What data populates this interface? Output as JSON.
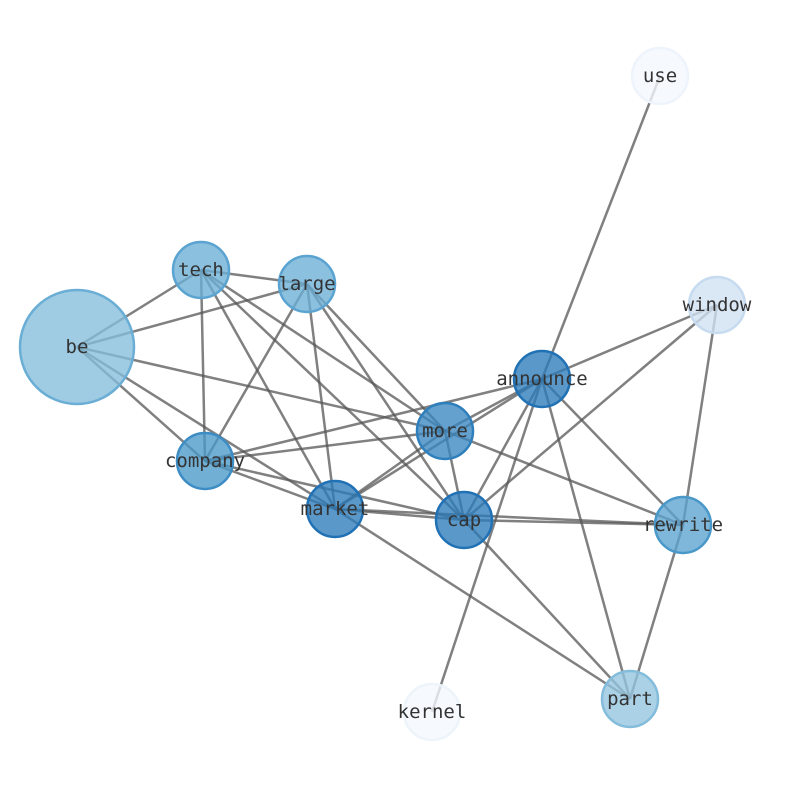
{
  "nodes": [
    {
      "id": "use",
      "label": "use",
      "fill": "#f3f8fe",
      "stroke": "#eef4fb"
    },
    {
      "id": "tech",
      "label": "tech",
      "fill": "#6aaed6",
      "stroke": "#5ba3d0"
    },
    {
      "id": "large",
      "label": "large",
      "fill": "#6aaed6",
      "stroke": "#5ba3d0"
    },
    {
      "id": "window",
      "label": "window",
      "fill": "#cfe1f2",
      "stroke": "#c6dbef"
    },
    {
      "id": "be",
      "label": "be",
      "fill": "#84bcdb",
      "stroke": "#6aaed6"
    },
    {
      "id": "announce",
      "label": "announce",
      "fill": "#2b7bba",
      "stroke": "#2171b5"
    },
    {
      "id": "more",
      "label": "more",
      "fill": "#3987c0",
      "stroke": "#2f7fbc"
    },
    {
      "id": "company",
      "label": "company",
      "fill": "#4a98c9",
      "stroke": "#3d8dc4"
    },
    {
      "id": "market",
      "label": "market",
      "fill": "#2b7bba",
      "stroke": "#2171b5"
    },
    {
      "id": "cap",
      "label": "cap",
      "fill": "#2b7bba",
      "stroke": "#2171b5"
    },
    {
      "id": "rewrite",
      "label": "rewrite",
      "fill": "#5ba3d0",
      "stroke": "#4a98c9"
    },
    {
      "id": "part",
      "label": "part",
      "fill": "#94c4df",
      "stroke": "#84bcdb"
    },
    {
      "id": "kernel",
      "label": "kernel",
      "fill": "#f3f8fe",
      "stroke": "#eef4fb"
    }
  ],
  "edges": [
    [
      "be",
      "tech"
    ],
    [
      "be",
      "large"
    ],
    [
      "be",
      "more"
    ],
    [
      "be",
      "company"
    ],
    [
      "be",
      "market"
    ],
    [
      "tech",
      "large"
    ],
    [
      "tech",
      "company"
    ],
    [
      "tech",
      "market"
    ],
    [
      "tech",
      "more"
    ],
    [
      "tech",
      "cap"
    ],
    [
      "large",
      "company"
    ],
    [
      "large",
      "market"
    ],
    [
      "large",
      "more"
    ],
    [
      "large",
      "cap"
    ],
    [
      "company",
      "more"
    ],
    [
      "company",
      "announce"
    ],
    [
      "company",
      "market"
    ],
    [
      "company",
      "cap"
    ],
    [
      "market",
      "announce"
    ],
    [
      "market",
      "more"
    ],
    [
      "market",
      "cap"
    ],
    [
      "market",
      "rewrite"
    ],
    [
      "market",
      "part"
    ],
    [
      "announce",
      "use"
    ],
    [
      "announce",
      "window"
    ],
    [
      "announce",
      "more"
    ],
    [
      "announce",
      "cap"
    ],
    [
      "announce",
      "rewrite"
    ],
    [
      "announce",
      "part"
    ],
    [
      "announce",
      "kernel"
    ],
    [
      "cap",
      "window"
    ],
    [
      "cap",
      "rewrite"
    ],
    [
      "cap",
      "part"
    ],
    [
      "more",
      "cap"
    ],
    [
      "more",
      "rewrite"
    ],
    [
      "window",
      "rewrite"
    ],
    [
      "rewrite",
      "part"
    ]
  ]
}
